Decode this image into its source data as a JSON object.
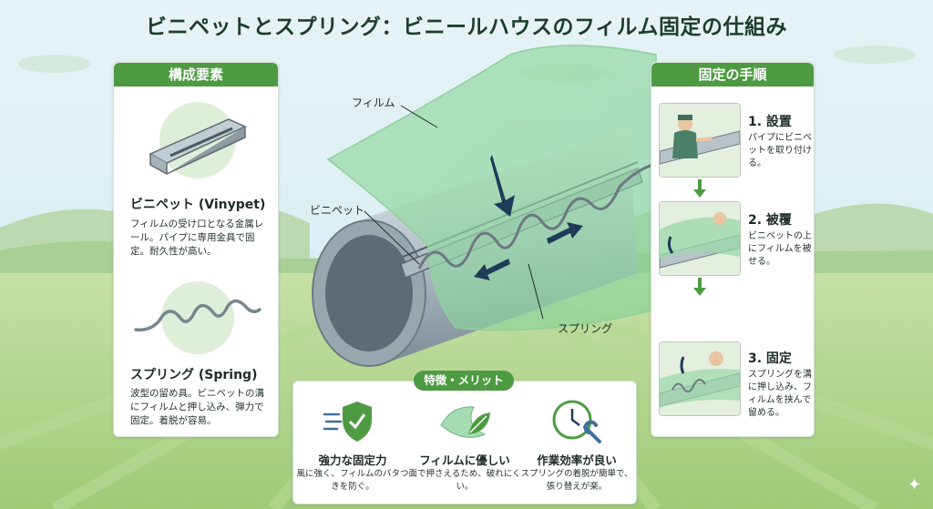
{
  "title": "ビニペットとスプリング：ビニールハウスのフィルム固定の仕組み",
  "left_panel": {
    "heading": "構成要素",
    "components": [
      {
        "name": "ビニペット (Vinypet)",
        "desc": "フィルムの受け口となる金属レール。パイプに専用金具で固定。耐久性が高い。"
      },
      {
        "name": "スプリング (Spring)",
        "desc": "波型の留め具。ビニペットの溝にフィルムと押し込み、弾力で固定。着脱が容易。"
      }
    ]
  },
  "diagram": {
    "label_film": "フィルム",
    "label_vinypet": "ビニペット",
    "label_spring": "スプリング"
  },
  "right_panel": {
    "heading": "固定の手順",
    "steps": [
      {
        "title": "1. 設置",
        "desc": "パイプにビニペットを取り付ける。"
      },
      {
        "title": "2. 被覆",
        "desc": "ビニペットの上にフィルムを被せる。"
      },
      {
        "title": "3. 固定",
        "desc": "スプリングを溝に押し込み、フィルムを挟んで留める。"
      }
    ]
  },
  "merits": {
    "heading": "特徴・メリット",
    "items": [
      {
        "title": "強力な固定力",
        "desc": "風に強く、フィルムのバタつきを防ぐ。",
        "icon": "wind-shield-icon"
      },
      {
        "title": "フィルムに優しい",
        "desc": "面で押さえるため、破れにくい。",
        "icon": "leaf-film-icon"
      },
      {
        "title": "作業効率が良い",
        "desc": "スプリングの着脱が簡単で、張り替えが楽。",
        "icon": "clock-wrench-icon"
      }
    ]
  },
  "colors": {
    "accent_green": "#4e9a43",
    "arrow_navy": "#1f3b57",
    "sky": "#dbeef6",
    "field": "#a9cf83"
  }
}
